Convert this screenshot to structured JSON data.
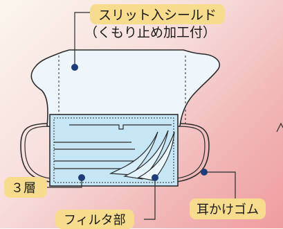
{
  "labels": {
    "shield_title": "スリット入シールド",
    "shield_subtitle": "（くもり止め加工付）",
    "layers": "３層",
    "filter": "フィルタ部",
    "ear_loop": "耳かけゴム"
  },
  "colors": {
    "background_start": "#fbf6ee",
    "background_end": "#ef9c9f",
    "shield_fill": "#eef6fb",
    "mask_fill": "#c6e6f5",
    "outline": "#2b2b2b",
    "callout_dot": "#1f3d7a",
    "label_bg": "#f7dc8d"
  }
}
